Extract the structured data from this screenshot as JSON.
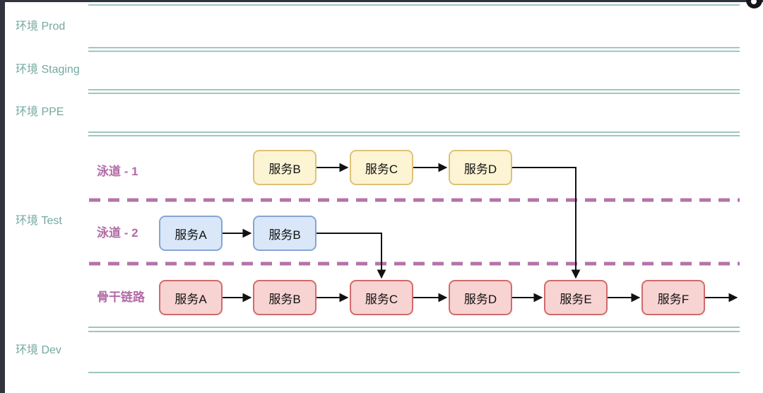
{
  "canvas": {
    "environments": [
      {
        "id": "prod",
        "label": "环境 Prod"
      },
      {
        "id": "staging",
        "label": "环境 Staging"
      },
      {
        "id": "ppe",
        "label": "环境 PPE"
      },
      {
        "id": "test",
        "label": "环境 Test"
      },
      {
        "id": "dev",
        "label": "环境 Dev"
      }
    ],
    "lanes": [
      {
        "id": "lane-1",
        "label": "泳道 - 1",
        "services": [
          "服务B",
          "服务C",
          "服务D"
        ]
      },
      {
        "id": "lane-2",
        "label": "泳道 - 2",
        "services": [
          "服务A",
          "服务B"
        ]
      },
      {
        "id": "backbone",
        "label": "骨干链路",
        "services": [
          "服务A",
          "服务B",
          "服务C",
          "服务D",
          "服务E",
          "服务F"
        ]
      }
    ],
    "colors": {
      "env_line": "#7fb3aa",
      "env_label": "#74a99f",
      "lane_label": "#b26ba6",
      "lane_divider": "#b374a8",
      "node_yellow_fill": "#fcf4d3",
      "node_yellow_border": "#dfc277",
      "node_blue_fill": "#d9e7f9",
      "node_blue_border": "#87a5d3",
      "node_red_fill": "#f7d3d2",
      "node_red_border": "#d06b6b",
      "arrow": "#111111",
      "chrome_edge": "#30343d"
    }
  }
}
